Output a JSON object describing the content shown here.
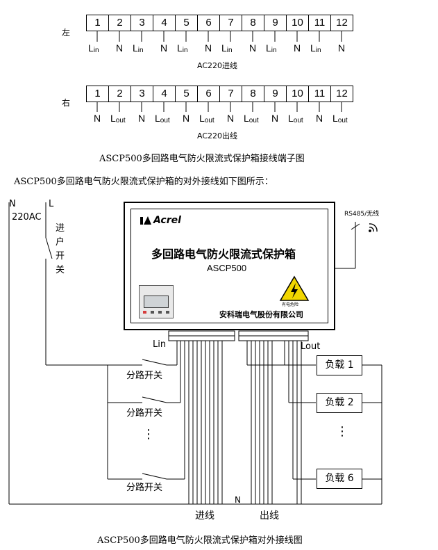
{
  "terminal_left": {
    "side_label": "左",
    "numbers": [
      "1",
      "2",
      "3",
      "4",
      "5",
      "6",
      "7",
      "8",
      "9",
      "10",
      "11",
      "12"
    ],
    "wires": [
      {
        "main": "L",
        "sub": "in"
      },
      {
        "main": "N",
        "sub": ""
      },
      {
        "main": "L",
        "sub": "in"
      },
      {
        "main": "N",
        "sub": ""
      },
      {
        "main": "L",
        "sub": "in"
      },
      {
        "main": "N",
        "sub": ""
      },
      {
        "main": "L",
        "sub": "in"
      },
      {
        "main": "N",
        "sub": ""
      },
      {
        "main": "L",
        "sub": "in"
      },
      {
        "main": "N",
        "sub": ""
      },
      {
        "main": "L",
        "sub": "in"
      },
      {
        "main": "N",
        "sub": ""
      }
    ],
    "caption": "AC220进线"
  },
  "terminal_right": {
    "side_label": "右",
    "numbers": [
      "1",
      "2",
      "3",
      "4",
      "5",
      "6",
      "7",
      "8",
      "9",
      "10",
      "11",
      "12"
    ],
    "wires": [
      {
        "main": "N",
        "sub": ""
      },
      {
        "main": "L",
        "sub": "out"
      },
      {
        "main": "N",
        "sub": ""
      },
      {
        "main": "L",
        "sub": "out"
      },
      {
        "main": "N",
        "sub": ""
      },
      {
        "main": "L",
        "sub": "out"
      },
      {
        "main": "N",
        "sub": ""
      },
      {
        "main": "L",
        "sub": "out"
      },
      {
        "main": "N",
        "sub": ""
      },
      {
        "main": "L",
        "sub": "out"
      },
      {
        "main": "N",
        "sub": ""
      },
      {
        "main": "L",
        "sub": "out"
      }
    ],
    "caption": "AC220出线"
  },
  "caption_terminal": "ASCP500多回路电气防火限流式保护箱接线端子图",
  "intro_text": "ASCP500多回路电气防火限流式保护箱的对外接线如下图所示：",
  "wiring": {
    "supply_n": "N",
    "supply_l": "L",
    "supply_voltage": "220AC",
    "main_switch": "进户开关",
    "branch_switch": "分路开关",
    "rs485": "RS485/无线",
    "lin": "Lin",
    "lout": "Lout",
    "n_label": "N",
    "in_label": "进线",
    "out_label": "出线",
    "loads": [
      "负载 1",
      "负载 2",
      "负载 6"
    ],
    "dots": "⋮"
  },
  "device": {
    "brand": "Acrel",
    "title": "多回路电气防火限流式保护箱",
    "model": "ASCP500",
    "company": "安科瑞电气股份有限公司",
    "warning_text": "有电危险"
  },
  "caption_wiring": "ASCP500多回路电气防火限流式保护箱对外接线图",
  "colors": {
    "line": "#000000",
    "warning_yellow": "#f2d600",
    "brand_red": "#d62020"
  }
}
